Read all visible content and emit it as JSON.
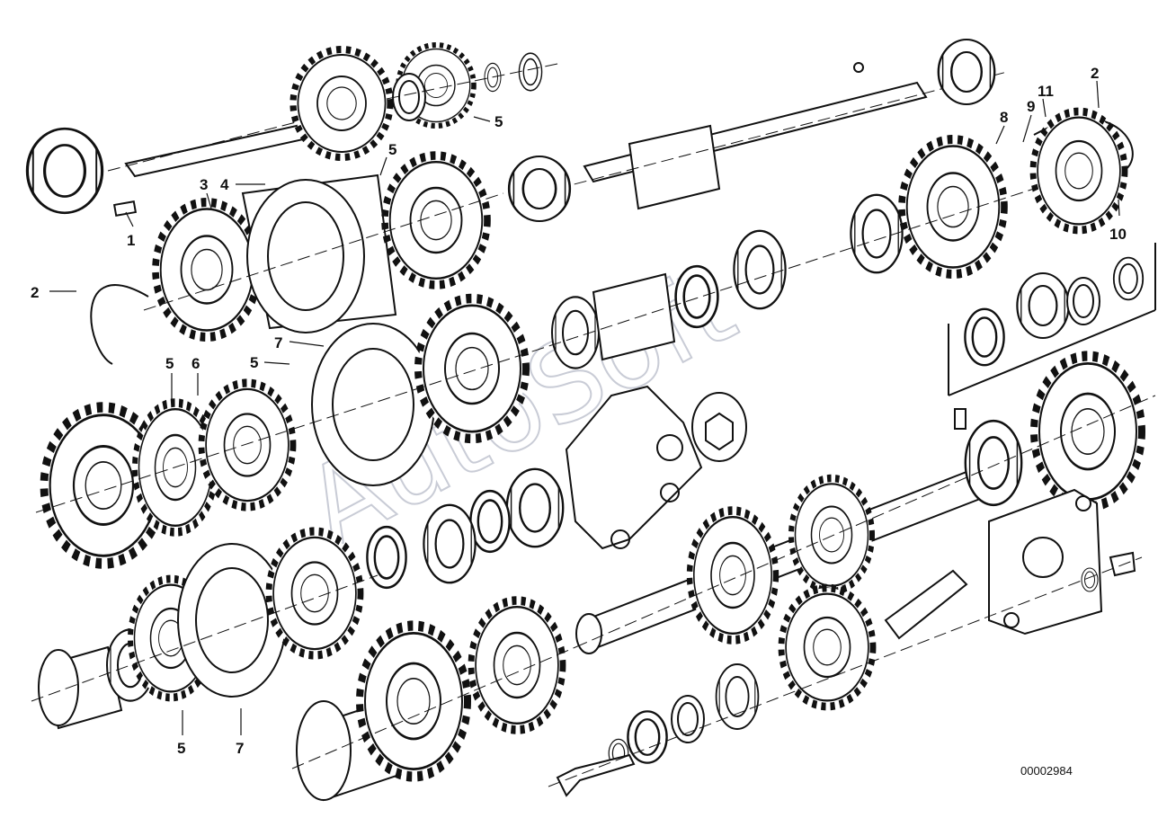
{
  "diagram": {
    "callouts": [
      {
        "id": "c1",
        "label": "1"
      },
      {
        "id": "c2a",
        "label": "2"
      },
      {
        "id": "c2b",
        "label": "2"
      },
      {
        "id": "c3",
        "label": "3"
      },
      {
        "id": "c4",
        "label": "4"
      },
      {
        "id": "c5a",
        "label": "5"
      },
      {
        "id": "c5b",
        "label": "5"
      },
      {
        "id": "c5c",
        "label": "5"
      },
      {
        "id": "c5d",
        "label": "5"
      },
      {
        "id": "c5e",
        "label": "5"
      },
      {
        "id": "c6",
        "label": "6"
      },
      {
        "id": "c7a",
        "label": "7"
      },
      {
        "id": "c7b",
        "label": "7"
      },
      {
        "id": "c8",
        "label": "8"
      },
      {
        "id": "c9",
        "label": "9"
      },
      {
        "id": "c10",
        "label": "10"
      },
      {
        "id": "c11",
        "label": "11"
      }
    ],
    "reference_number": "00002984",
    "watermark_text": "AutoSoft"
  }
}
